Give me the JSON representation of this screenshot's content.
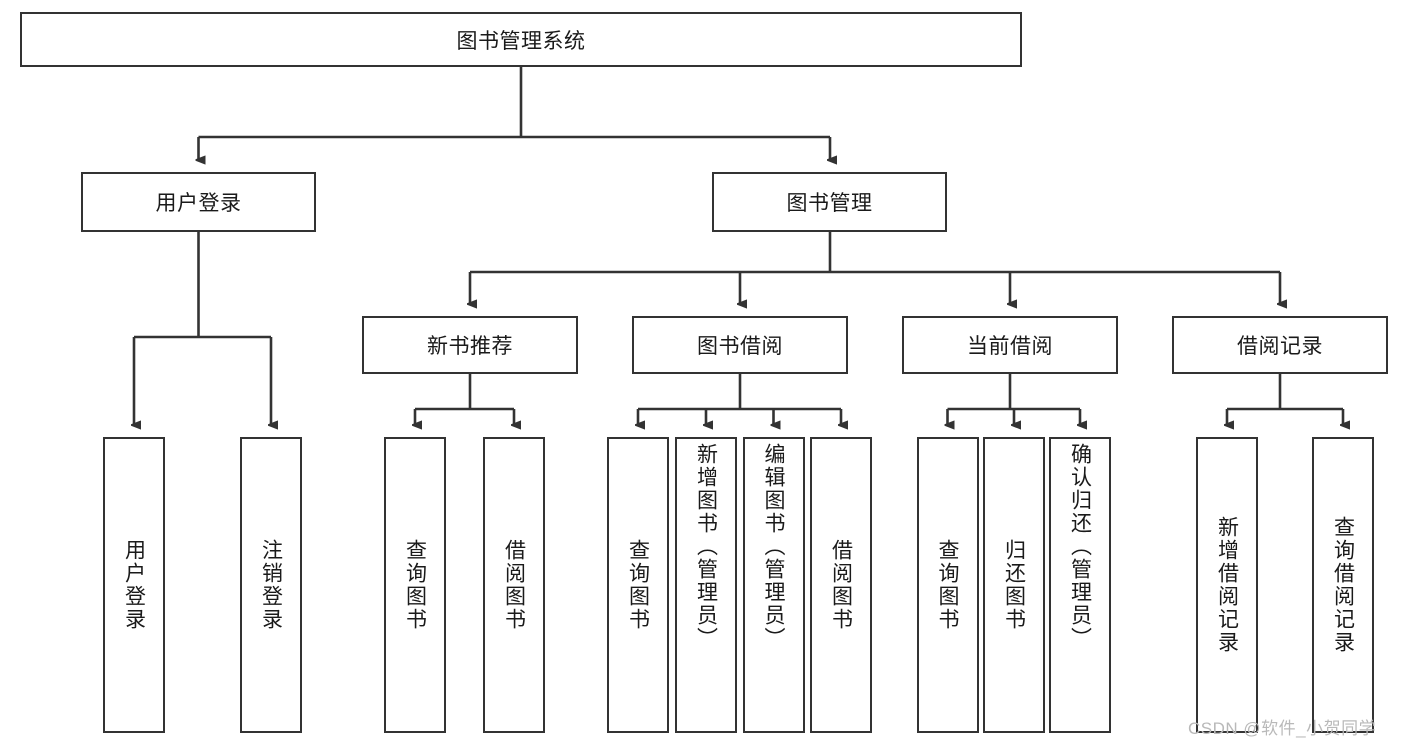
{
  "diagram": {
    "type": "hierarchy-tree",
    "title": "图书管理系统",
    "root": {
      "label": "图书管理系统"
    },
    "level2": [
      {
        "label": "用户登录"
      },
      {
        "label": "图书管理"
      }
    ],
    "level3": [
      {
        "label": "新书推荐"
      },
      {
        "label": "图书借阅"
      },
      {
        "label": "当前借阅"
      },
      {
        "label": "借阅记录"
      }
    ],
    "leaves": {
      "user_login": [
        {
          "label": "用户登录"
        },
        {
          "label": "注销登录"
        }
      ],
      "new_book_recommend": [
        {
          "label": "查询图书"
        },
        {
          "label": "借阅图书"
        }
      ],
      "book_borrow": [
        {
          "label": "查询图书"
        },
        {
          "label": "新增图书（管理员）"
        },
        {
          "label": "编辑图书（管理员）"
        },
        {
          "label": "借阅图书"
        }
      ],
      "current_borrow": [
        {
          "label": "查询图书"
        },
        {
          "label": "归还图书"
        },
        {
          "label": "确认归还（管理员）"
        }
      ],
      "borrow_record": [
        {
          "label": "新增借阅记录"
        },
        {
          "label": "查询借阅记录"
        }
      ]
    }
  },
  "watermark": {
    "text": "CSDN @软件_小贺同学"
  },
  "colors": {
    "stroke": "#333333",
    "box_fill": "#ffffff",
    "text": "#1a1a1a",
    "watermark": "#b9b9b9"
  }
}
